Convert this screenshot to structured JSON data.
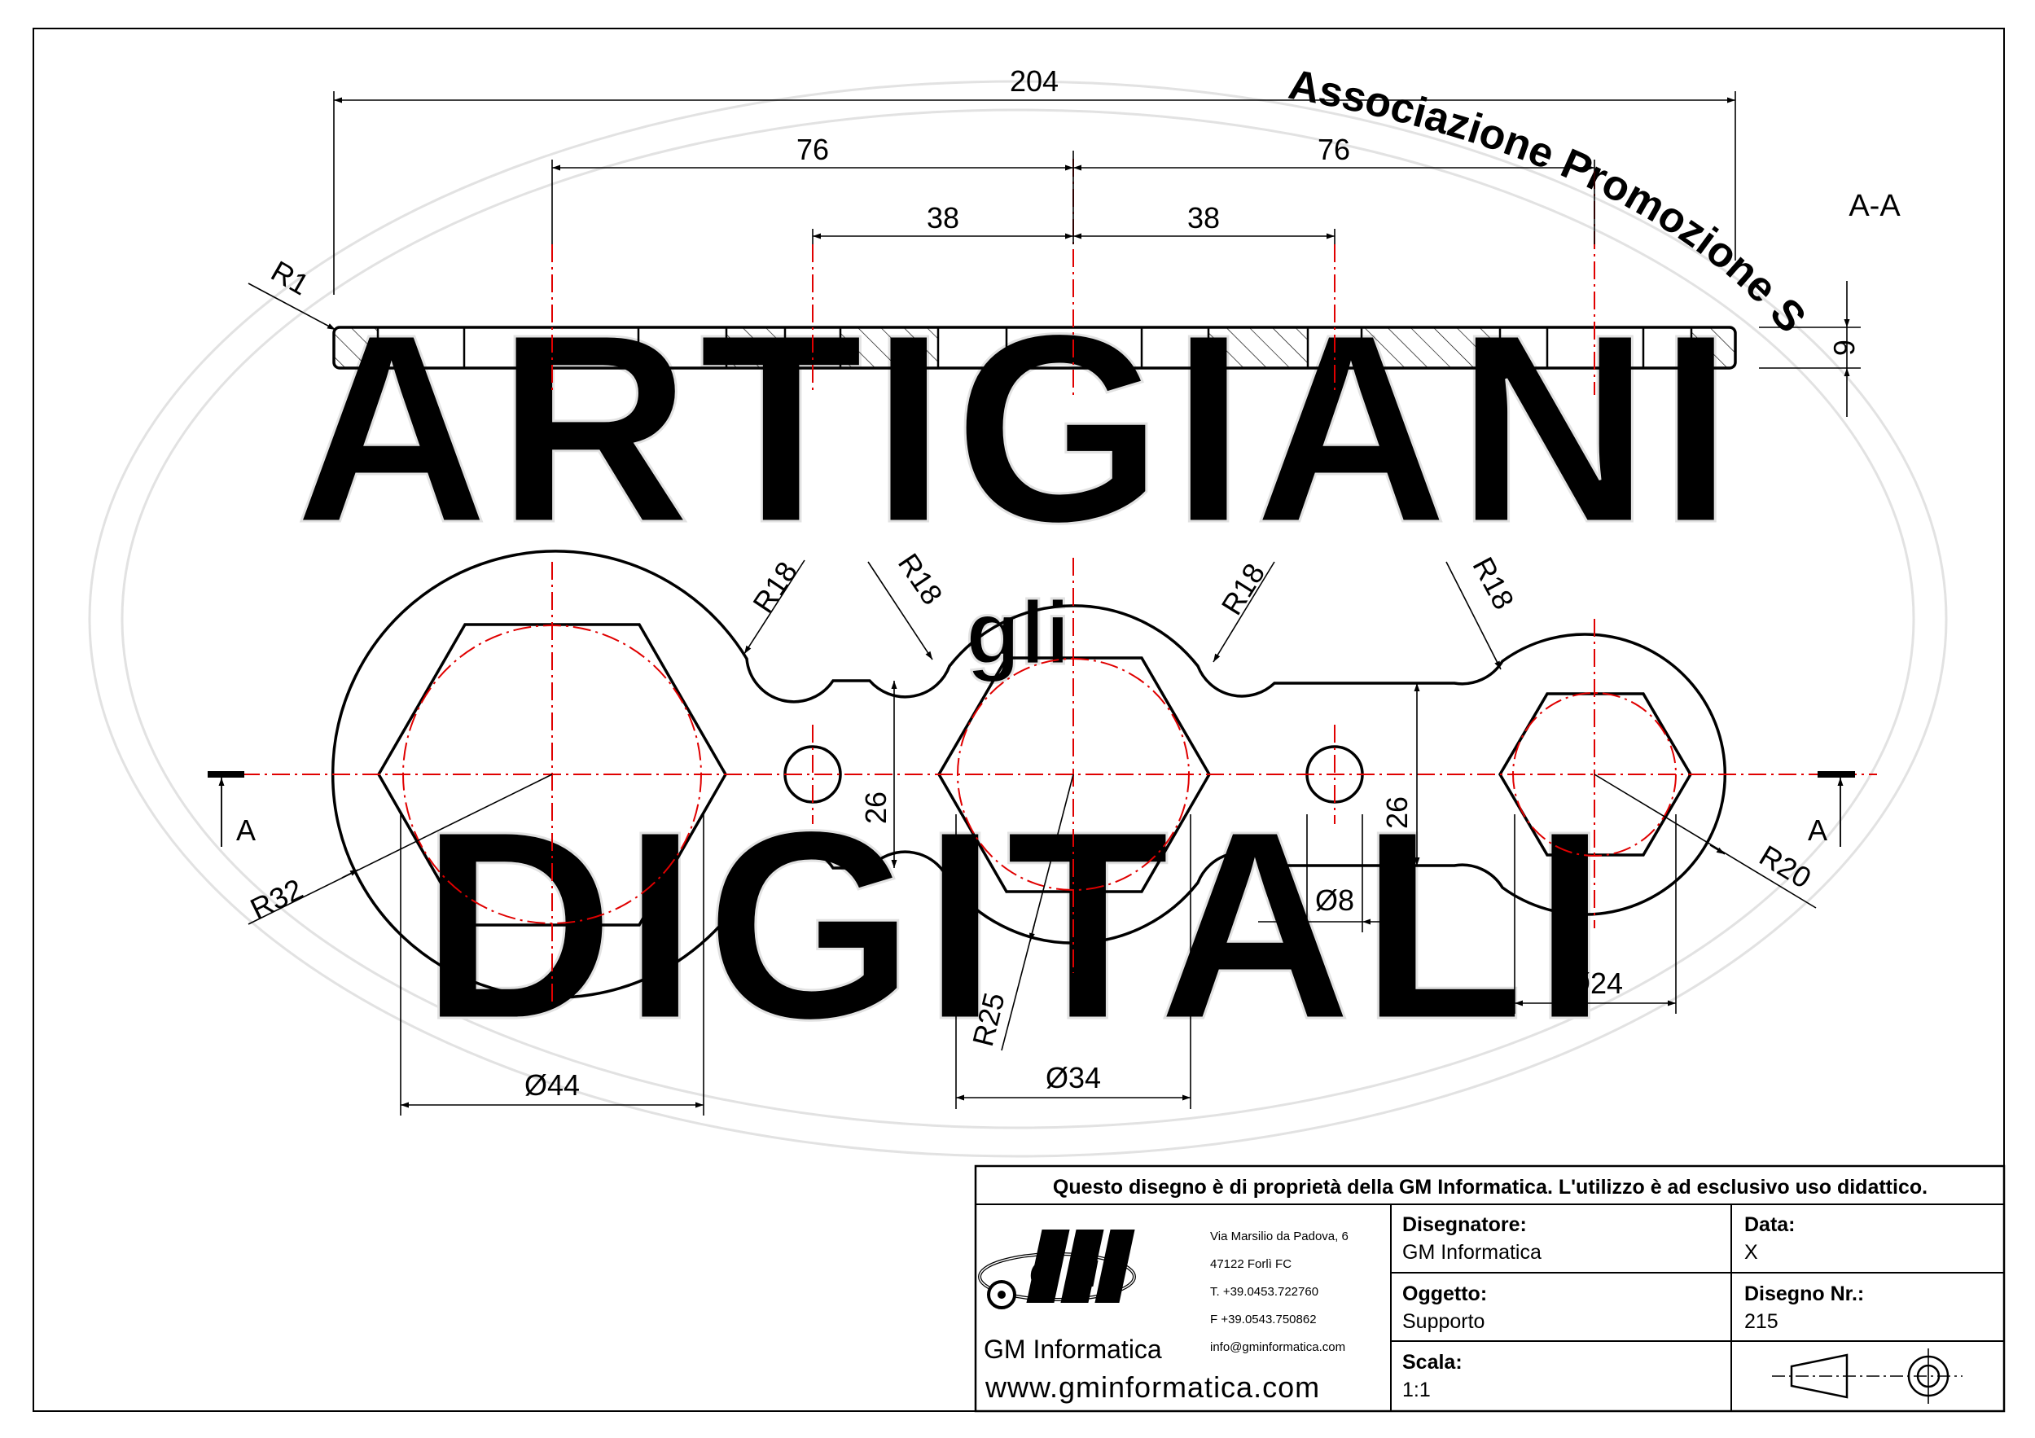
{
  "drawing": {
    "section_label": "A-A",
    "cut_label_left": "A",
    "cut_label_right": "A",
    "dims": {
      "total_length": "204",
      "left_76": "76",
      "right_76": "76",
      "left_38": "38",
      "right_38": "38",
      "thickness": "6",
      "edge_radius": "R1",
      "r18_a": "R18",
      "r18_b": "R18",
      "r18_c": "R18",
      "r18_d": "R18",
      "r32": "R32",
      "r25": "R25",
      "r20": "R20",
      "width_26_left": "26",
      "width_26_right": "26",
      "hole_dia": "Ø8",
      "hex_large": "Ø44",
      "hex_mid": "Ø34",
      "hex_small": "Ø24"
    }
  },
  "watermark": {
    "arc_text": "Associazione Promozione Sociale",
    "big_top": "ARTIGIANI",
    "small_mid": "gli",
    "big_bottom": "DIGITALI"
  },
  "title_block": {
    "notice": "Questo disegno è di proprietà della GM Informatica. L'utilizzo è ad esclusivo uso didattico.",
    "logo_text": "GMI",
    "company_name": "GM Informatica",
    "website": "www.gminformatica.com",
    "address": {
      "street": "Via Marsilio da Padova, 6",
      "city": "47122  Forlì  FC",
      "phone": "T. +39.0453.722760",
      "fax": "F +39.0543.750862",
      "email": "info@gminformatica.com"
    },
    "designer_label": "Disegnatore:",
    "designer_value": "GM  Informatica",
    "object_label": "Oggetto:",
    "object_value": "Supporto",
    "scale_label": "Scala:",
    "scale_value": "1:1",
    "date_label": "Data:",
    "date_value": "X",
    "drawing_nr_label": "Disegno  Nr.:",
    "drawing_nr_value": "215"
  },
  "colors": {
    "line": "#000000",
    "centerline": "#e00000",
    "watermark": "#e2e2e2"
  }
}
